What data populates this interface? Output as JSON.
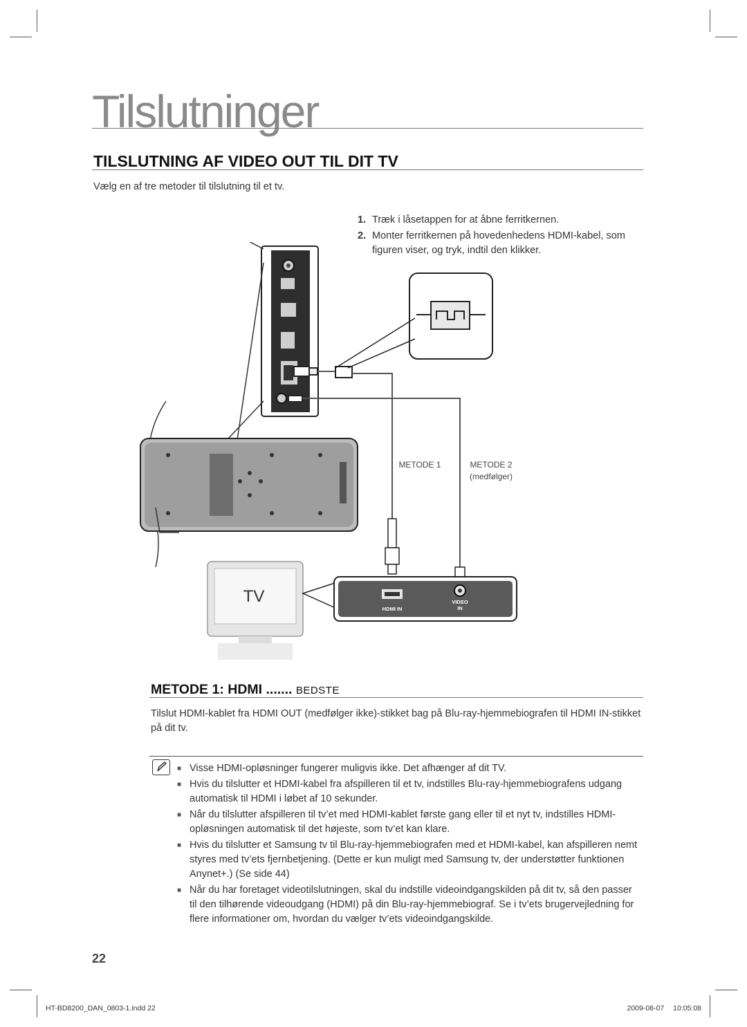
{
  "chapter_title": "Tilslutninger",
  "section_title": "TILSLUTNING AF VIDEO OUT TIL DIT TV",
  "intro": "Vælg en af tre metoder til tilslutning til et tv.",
  "steps": [
    {
      "num": "1.",
      "text": "Træk i låsetappen for at åbne ferritkernen."
    },
    {
      "num": "2.",
      "text": "Monter ferritkernen på hovedenhedens HDMI-kabel, som figuren viser, og tryk, indtil den klikker."
    }
  ],
  "diagram": {
    "method1_label": "METODE 1",
    "method2_label": "METODE 2",
    "method2_sub": "(medfølger)",
    "tv_label": "TV",
    "hdmi_in_label": "HDMI IN",
    "video_in_label_1": "VIDEO",
    "video_in_label_2": "IN"
  },
  "method": {
    "title": "METODE 1: HDMI .......",
    "subtitle": "BEDSTE",
    "body": "Tilslut HDMI-kablet fra HDMI OUT (medfølger ikke)-stikket bag på Blu-ray-hjemmebiografen til HDMI IN-stikket på dit tv."
  },
  "notes": [
    "Visse HDMI-opløsninger fungerer muligvis ikke. Det afhænger af dit TV.",
    "Hvis du tilslutter et HDMI-kabel fra afspilleren til et tv, indstilles Blu-ray-hjemmebiografens udgang automatisk til HDMI i løbet af 10 sekunder.",
    "Når du tilslutter afspilleren til tv’et med HDMI-kablet første gang eller til et nyt tv, indstilles HDMI-opløsningen automatisk til det højeste, som tv’et kan klare.",
    "Hvis du tilslutter et Samsung tv til Blu-ray-hjemmebiografen med et HDMI-kabel, kan afspilleren nemt styres med tv’ets fjernbetjening. (Dette er kun muligt med Samsung tv, der understøtter funktionen Anynet+.) (Se side 44)",
    "Når du har foretaget videotilslutningen, skal du indstille videoindgangskilden på dit tv, så den passer til den tilhørende videoudgang (HDMI) på din Blu-ray-hjemmebiograf. Se i tv’ets brugervejledning for flere informationer om, hvordan du vælger tv’ets videoindgangskilde."
  ],
  "page_number": "22",
  "footer": {
    "file": "HT-BD8200_DAN_0803-1.indd   22",
    "date": "2009-08-07",
    "time": "10:05:08"
  }
}
